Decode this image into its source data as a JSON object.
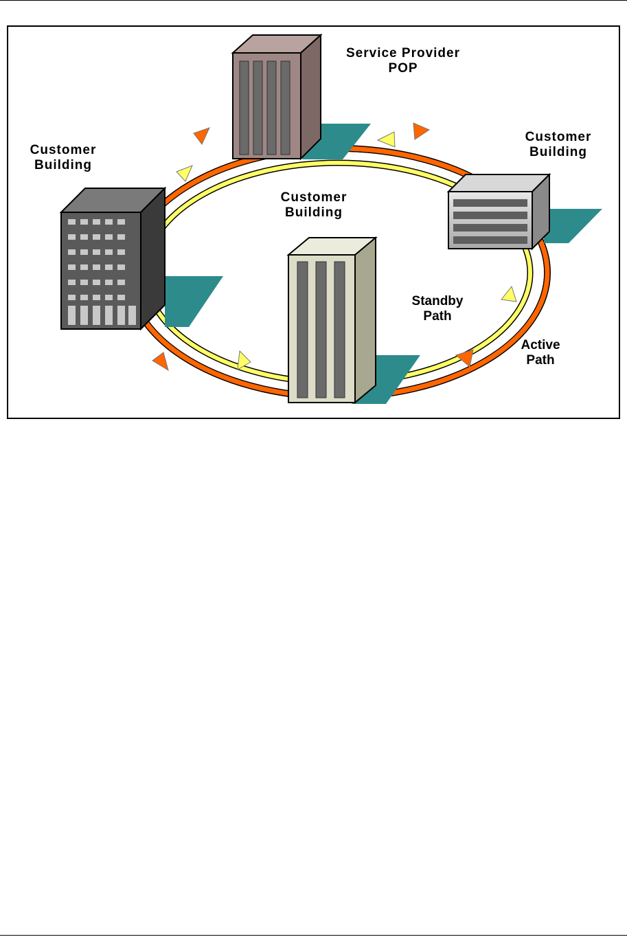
{
  "diagram": {
    "nodes": [
      {
        "id": "pop",
        "line1": "Service Provider",
        "line2": "POP"
      },
      {
        "id": "building-left",
        "line1": "Customer",
        "line2": "Building"
      },
      {
        "id": "building-center",
        "line1": "Customer",
        "line2": "Building"
      },
      {
        "id": "building-right",
        "line1": "Customer",
        "line2": "Building"
      }
    ],
    "paths": [
      {
        "id": "standby",
        "line1": "Standby",
        "line2": "Path",
        "color": "#ffff66",
        "direction": "clockwise"
      },
      {
        "id": "active",
        "line1": "Active",
        "line2": "Path",
        "color": "#ff6600",
        "direction": "counterclockwise"
      }
    ],
    "colors": {
      "shadow": "#2e8b8b",
      "pop_building": "#9e8784",
      "left_building": "#5a5a5a",
      "center_building": "#dcdcc8",
      "right_building": "#b4b4b4"
    }
  }
}
